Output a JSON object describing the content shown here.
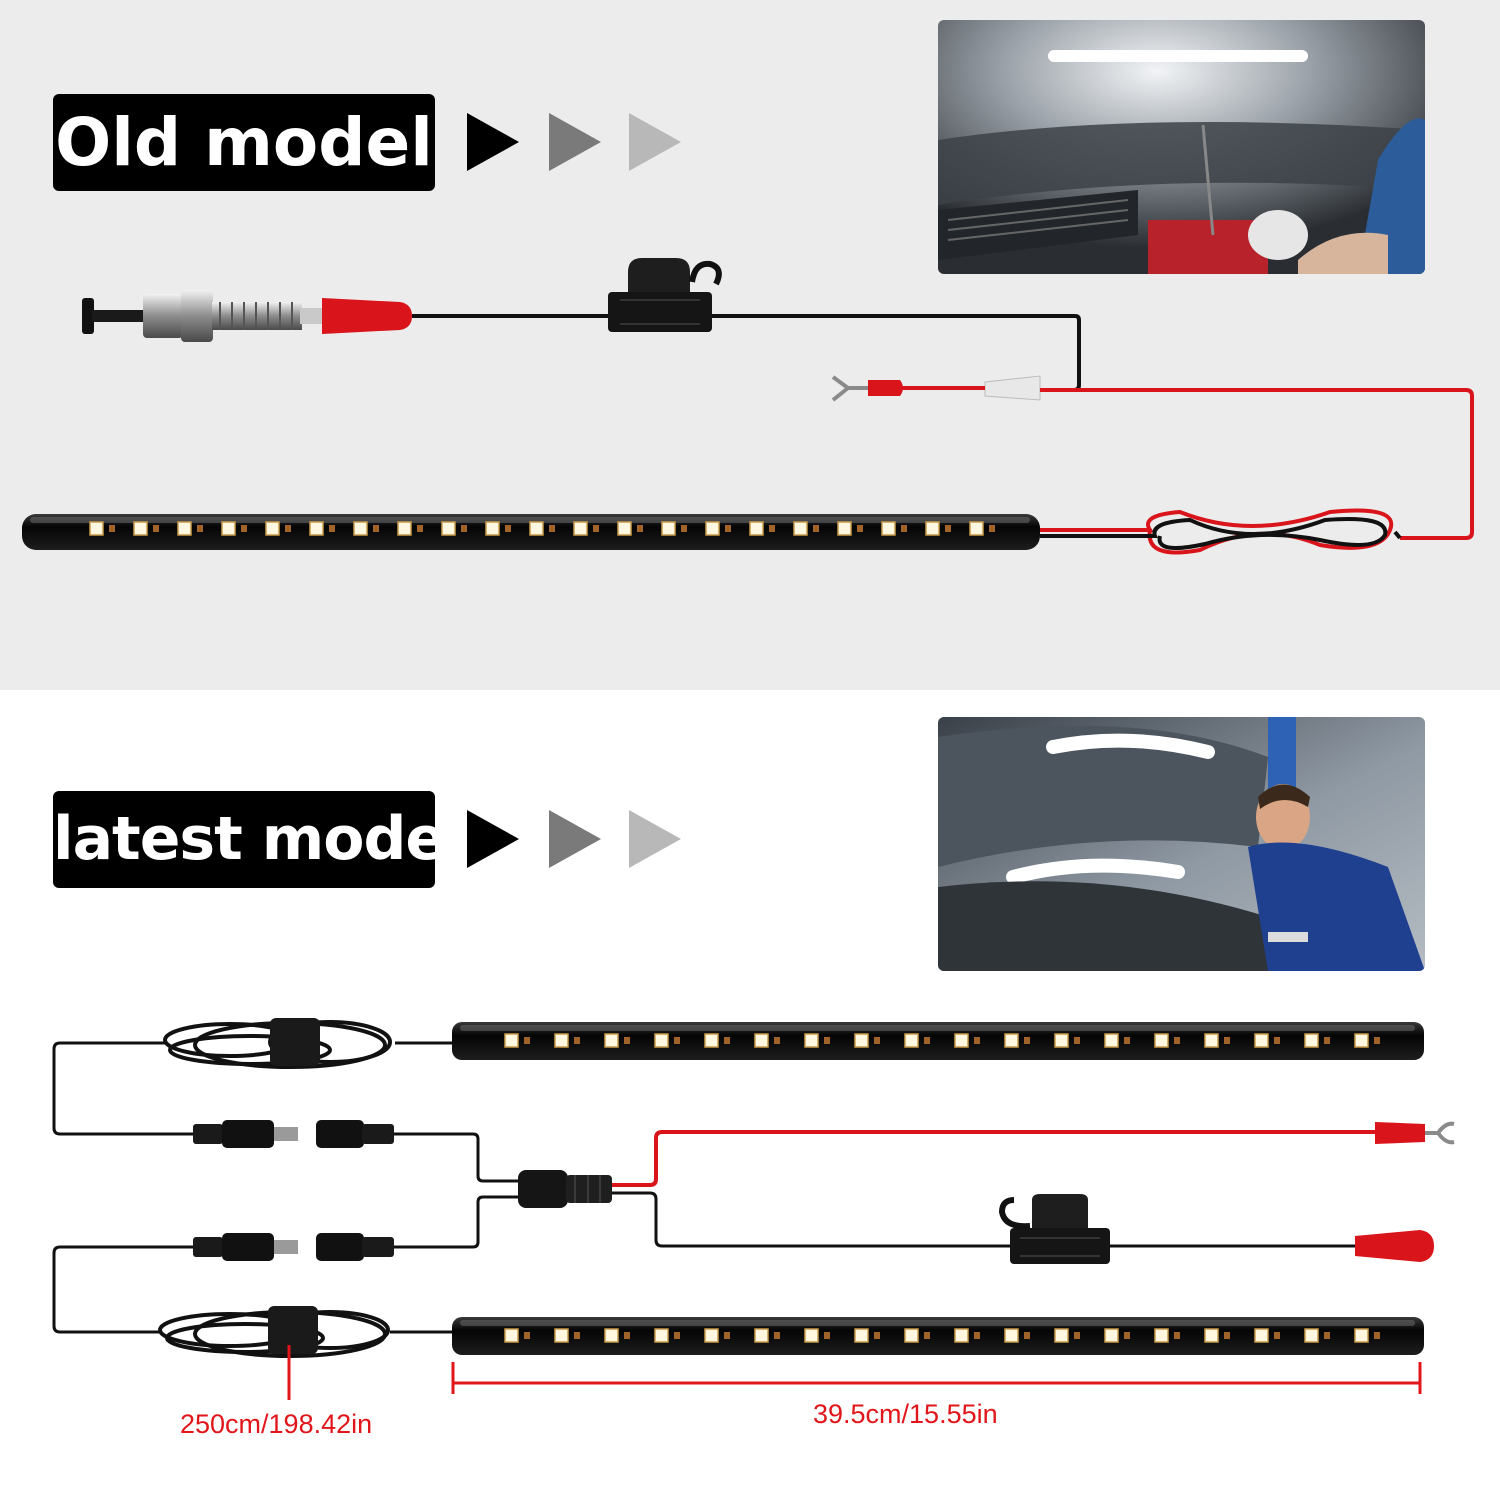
{
  "old_section": {
    "label": "Old model"
  },
  "latest_section": {
    "label": "latest model"
  },
  "dimensions": {
    "cable_length": "250cm/198.42in",
    "bar_length": "39.5cm/15.55in"
  },
  "colors": {
    "label_bg": "#000000",
    "top_panel_bg": "#ececec",
    "wire_red": "#d9141b",
    "wire_black": "#111111",
    "dimension_red": "#e0161b",
    "arrow_1": "#000000",
    "arrow_2": "#7a7a7a",
    "arrow_3": "#b8b8b8"
  },
  "icons": {
    "pointer": "triangle-right-icon"
  }
}
